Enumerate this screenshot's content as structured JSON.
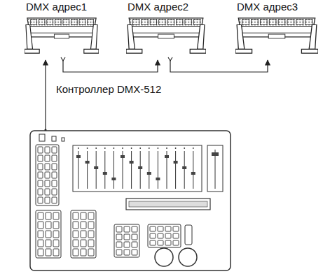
{
  "diagram": {
    "nodes": [
      {
        "text": [
          "DMX адрес1"
        ]
      },
      {
        "text": [
          "DMX адрес2"
        ]
      },
      {
        "text": [
          "DMX адрес3"
        ]
      },
      {
        "text": [
          "Контроллер DMX-512"
        ]
      }
    ],
    "edges": [
      {
        "from": 3,
        "to": 0,
        "arrow": "to"
      },
      {
        "from": 0,
        "to": 1,
        "arrow": "to"
      },
      {
        "from": 1,
        "to": 2,
        "arrow": "to"
      }
    ]
  }
}
